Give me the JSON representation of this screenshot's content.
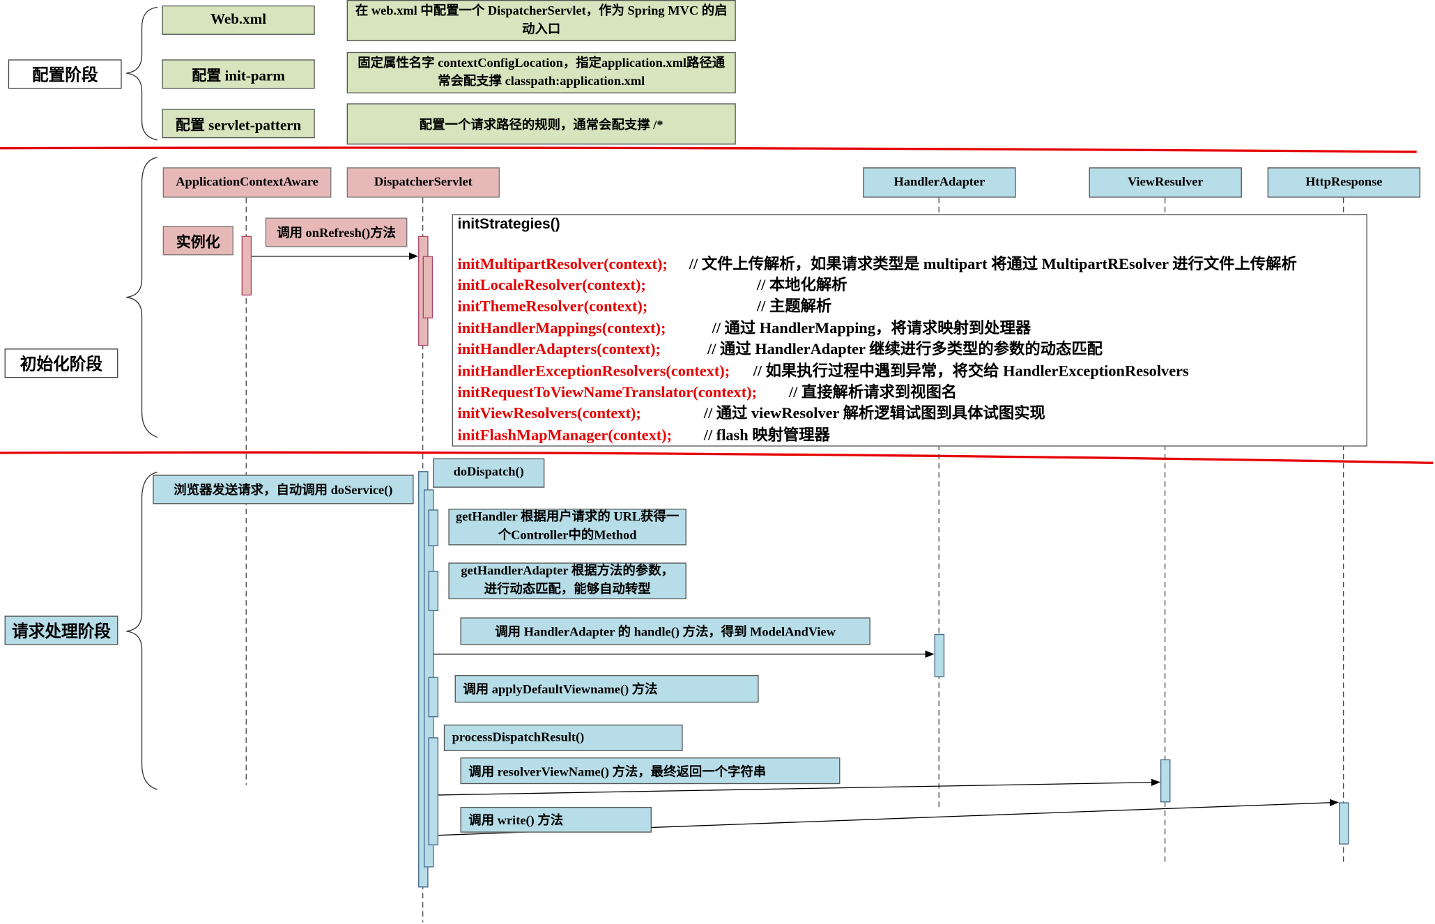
{
  "stages": {
    "config": "配置阶段",
    "init": "初始化阶段",
    "request": "请求处理阶段"
  },
  "config": {
    "items": [
      {
        "label": "Web.xml",
        "desc": "在 web.xml 中配置一个 DispatcherServlet，作为 Spring MVC 的启动入口"
      },
      {
        "label": "配置 init-parm",
        "desc": "固定属性名字 contextConfigLocation，指定application.xml路径通常会配支撑 classpath:application.xml"
      },
      {
        "label": "配置 servlet-pattern",
        "desc": "配置一个请求路径的规则，通常会配支撑 /*"
      }
    ]
  },
  "lifelines": {
    "aware": "ApplicationContextAware",
    "dispatcher": "DispatcherServlet",
    "adapter": "HandlerAdapter",
    "resolver": "ViewResulver",
    "response": "HttpResponse"
  },
  "init": {
    "instantiate": "实例化",
    "on_refresh": "调用 onRefresh()方法",
    "strategies_title": "initStrategies()",
    "strategies": [
      {
        "fn": "initMultipartResolver(context);",
        "comment": "// 文件上传解析，如果请求类型是 multipart 将通过 MultipartREsolver 进行文件上传解析"
      },
      {
        "fn": "initLocaleResolver(context);",
        "comment": "// 本地化解析"
      },
      {
        "fn": "initThemeResolver(context);",
        "comment": "// 主题解析"
      },
      {
        "fn": "initHandlerMappings(context);",
        "comment": "// 通过 HandlerMapping，将请求映射到处理器"
      },
      {
        "fn": "initHandlerAdapters(context);",
        "comment": "// 通过 HandlerAdapter 继续进行多类型的参数的动态匹配"
      },
      {
        "fn": "initHandlerExceptionResolvers(context);",
        "comment": "// 如果执行过程中遇到异常，将交给 HandlerExceptionResolvers"
      },
      {
        "fn": "initRequestToViewNameTranslator(context);",
        "comment": "// 直接解析请求到视图名"
      },
      {
        "fn": "initViewResolvers(context);",
        "comment": "// 通过 viewResolver 解析逻辑试图到具体试图实现"
      },
      {
        "fn": "initFlashMapManager(context);",
        "comment": "// flash 映射管理器"
      }
    ]
  },
  "request": {
    "browser": "浏览器发送请求，自动调用 doService()",
    "do_dispatch": "doDispatch()",
    "get_handler": "getHandler 根据用户请求的 URL获得一个Controller中的Method",
    "get_handler_adapter": "getHandlerAdapter 根据方法的参数，进行动态匹配，能够自动转型",
    "handle": "调用 HandlerAdapter 的 handle() 方法，得到 ModelAndView",
    "apply_default": "调用 applyDefaultViewname() 方法",
    "process_result": "processDispatchResult()",
    "resolve_view": "调用 resolverViewName() 方法，最终返回一个字符串",
    "write": "调用  write() 方法"
  },
  "colors": {
    "config_fill": "#d7e4bd",
    "aware_fill": "#e6b9b8",
    "request_fill": "#b7dde8",
    "divider": "#e60000",
    "function_text": "#e60000"
  }
}
